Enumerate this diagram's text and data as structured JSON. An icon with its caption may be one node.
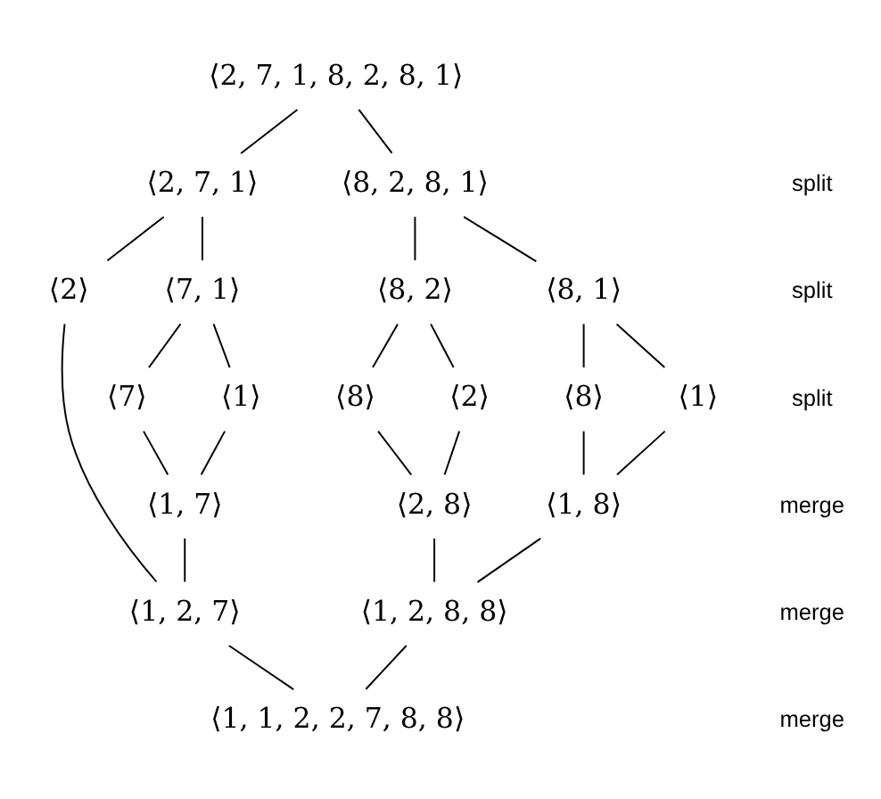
{
  "diagram": {
    "nodes": [
      {
        "text": [
          "⟨2, 7, 1, 8, 2, 8, 1⟩"
        ]
      },
      {
        "text": [
          "⟨2, 7, 1⟩"
        ]
      },
      {
        "text": [
          "⟨8, 2, 8, 1⟩"
        ]
      },
      {
        "text": [
          "⟨2⟩"
        ]
      },
      {
        "text": [
          "⟨7, 1⟩"
        ]
      },
      {
        "text": [
          "⟨8, 2⟩"
        ]
      },
      {
        "text": [
          "⟨8, 1⟩"
        ]
      },
      {
        "text": [
          "⟨7⟩"
        ]
      },
      {
        "text": [
          "⟨1⟩"
        ]
      },
      {
        "text": [
          "⟨8⟩"
        ]
      },
      {
        "text": [
          "⟨2⟩"
        ]
      },
      {
        "text": [
          "⟨8⟩"
        ]
      },
      {
        "text": [
          "⟨1⟩"
        ]
      },
      {
        "text": [
          "⟨1, 7⟩"
        ]
      },
      {
        "text": [
          "⟨2, 8⟩"
        ]
      },
      {
        "text": [
          "⟨1, 8⟩"
        ]
      },
      {
        "text": [
          "⟨1, 2, 7⟩"
        ]
      },
      {
        "text": [
          "⟨1, 2, 8, 8⟩"
        ]
      },
      {
        "text": [
          "⟨1, 1, 2, 2, 7, 8, 8⟩"
        ]
      }
    ],
    "edges": [
      {
        "from": 0,
        "to": 1,
        "arrow": "none"
      },
      {
        "from": 0,
        "to": 2,
        "arrow": "none"
      },
      {
        "from": 1,
        "to": 3,
        "arrow": "none"
      },
      {
        "from": 1,
        "to": 4,
        "arrow": "none"
      },
      {
        "from": 2,
        "to": 5,
        "arrow": "none"
      },
      {
        "from": 2,
        "to": 6,
        "arrow": "none"
      },
      {
        "from": 4,
        "to": 7,
        "arrow": "none"
      },
      {
        "from": 4,
        "to": 8,
        "arrow": "none"
      },
      {
        "from": 5,
        "to": 9,
        "arrow": "none"
      },
      {
        "from": 5,
        "to": 10,
        "arrow": "none"
      },
      {
        "from": 6,
        "to": 11,
        "arrow": "none"
      },
      {
        "from": 6,
        "to": 12,
        "arrow": "none"
      },
      {
        "from": 7,
        "to": 13,
        "arrow": "none"
      },
      {
        "from": 8,
        "to": 13,
        "arrow": "none"
      },
      {
        "from": 9,
        "to": 14,
        "arrow": "none"
      },
      {
        "from": 10,
        "to": 14,
        "arrow": "none"
      },
      {
        "from": 11,
        "to": 15,
        "arrow": "none"
      },
      {
        "from": 12,
        "to": 15,
        "arrow": "none"
      },
      {
        "from": 3,
        "to": 16,
        "arrow": "none"
      },
      {
        "from": 13,
        "to": 16,
        "arrow": "none"
      },
      {
        "from": 14,
        "to": 17,
        "arrow": "none"
      },
      {
        "from": 15,
        "to": 17,
        "arrow": "none"
      },
      {
        "from": 16,
        "to": 18,
        "arrow": "none"
      },
      {
        "from": 17,
        "to": 18,
        "arrow": "none"
      }
    ],
    "labels": [
      "split",
      "split",
      "split",
      "merge",
      "merge",
      "merge"
    ]
  }
}
